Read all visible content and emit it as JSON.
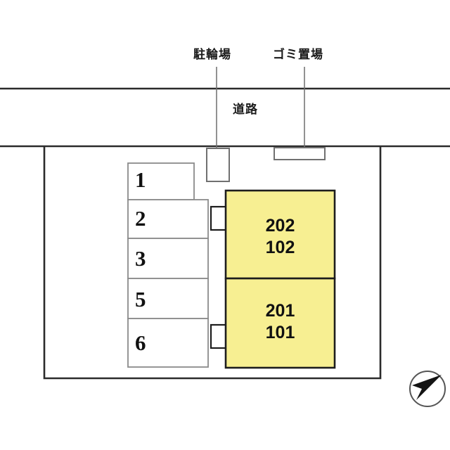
{
  "diagram": {
    "title_type": "site-layout-plan",
    "background_color": "#ffffff",
    "line_color": "#2b2b2b",
    "building_fill_color": "#F7EF92",
    "building_stroke_color": "#1d1d1d"
  },
  "annotations": {
    "bicycle_parking_label": "駐輪場",
    "garbage_area_label": "ゴミ置場",
    "road_label": "道路"
  },
  "parking": {
    "stalls": [
      {
        "number": "1"
      },
      {
        "number": "2"
      },
      {
        "number": "3"
      },
      {
        "number": "5"
      },
      {
        "number": "6"
      }
    ]
  },
  "building": {
    "units": [
      {
        "upper": "202",
        "lower": "102"
      },
      {
        "upper": "201",
        "lower": "101"
      }
    ]
  },
  "compass": {
    "label": "north-arrow"
  }
}
